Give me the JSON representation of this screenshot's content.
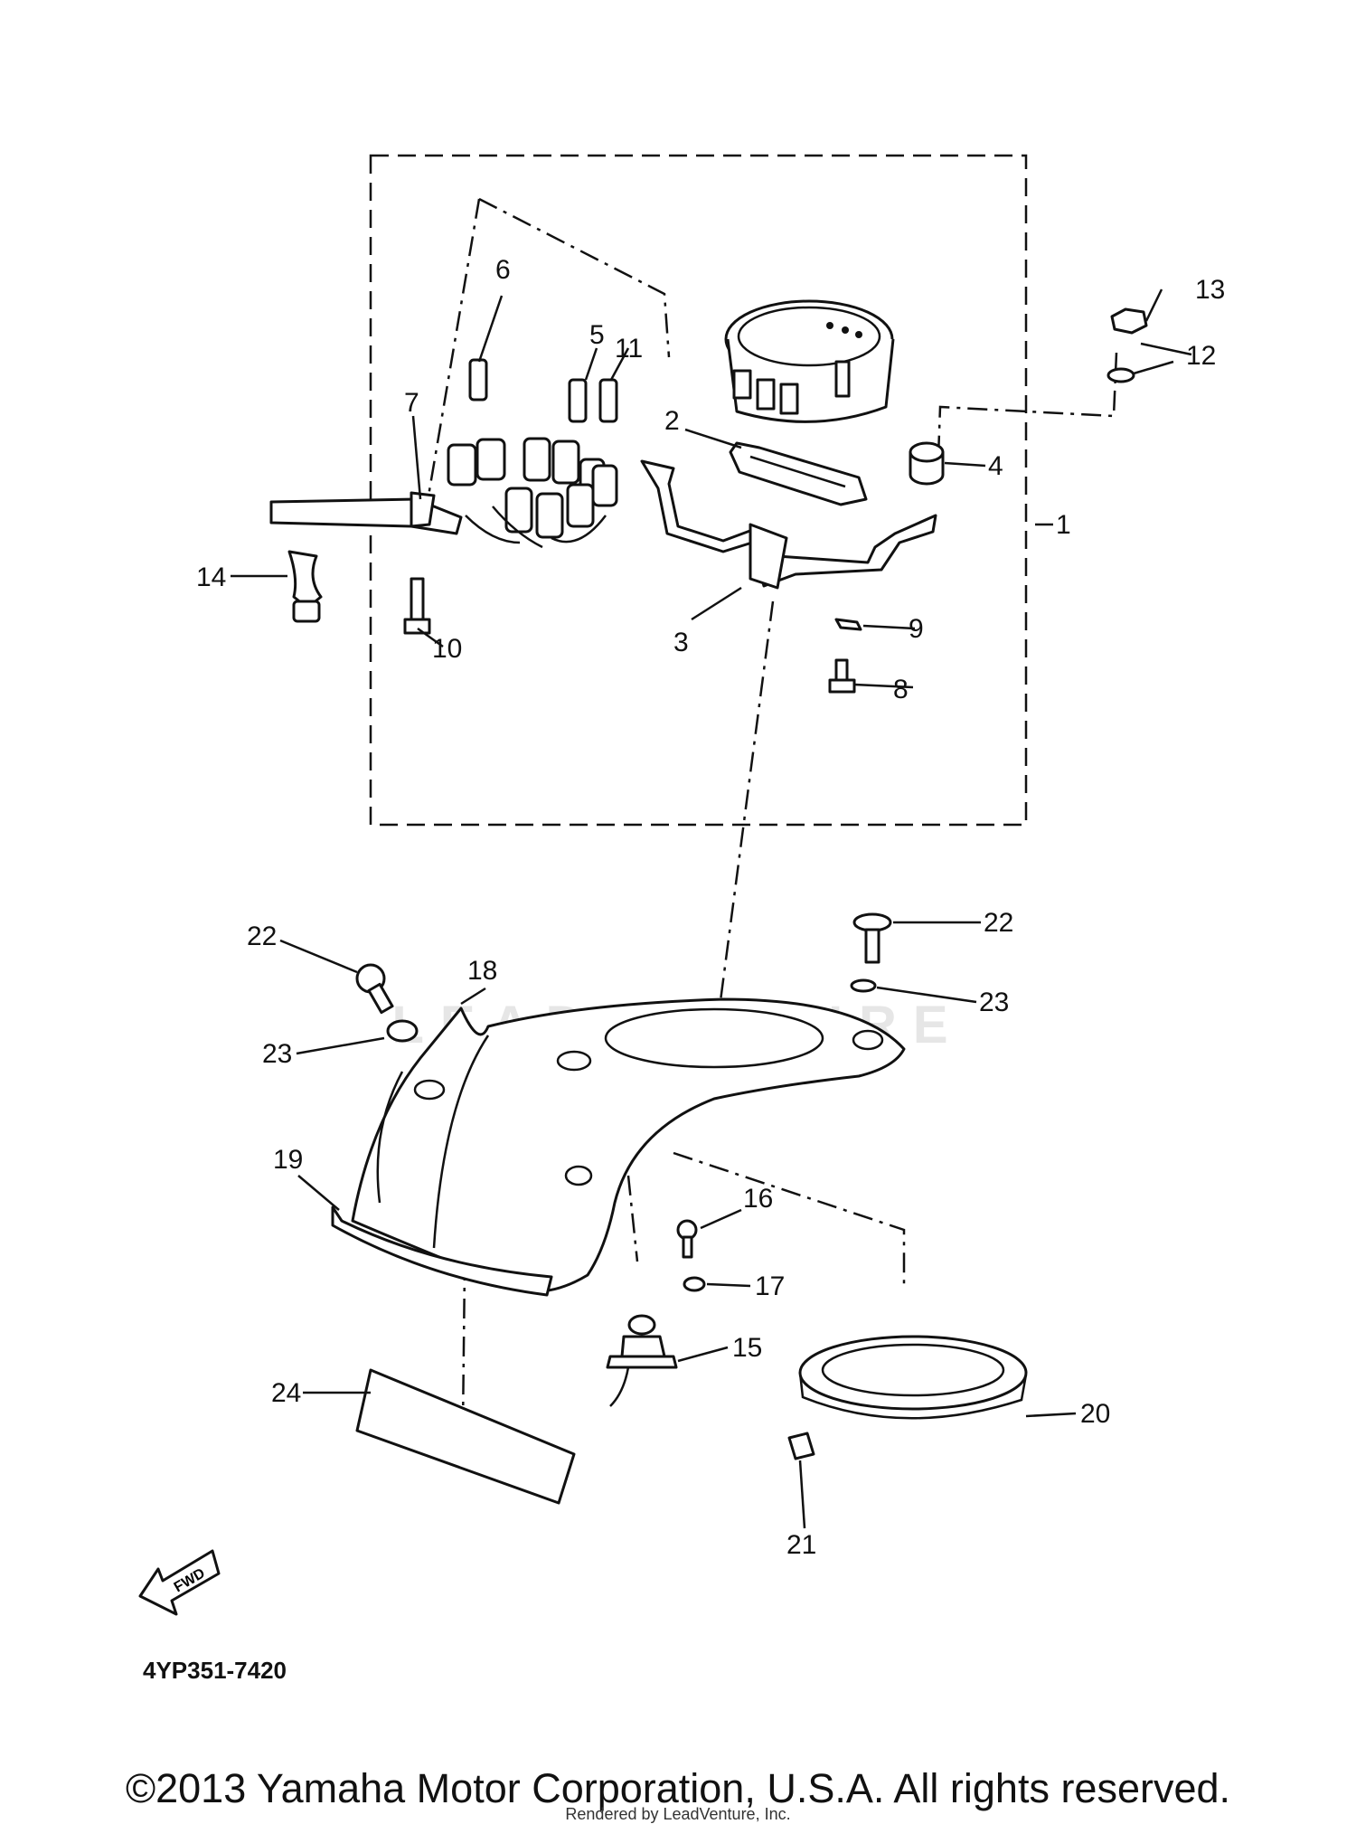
{
  "diagram": {
    "part_labels": [
      "1",
      "2",
      "3",
      "4",
      "5",
      "6",
      "7",
      "8",
      "9",
      "10",
      "11",
      "12",
      "13",
      "14",
      "15",
      "16",
      "17",
      "18",
      "19",
      "20",
      "21",
      "22",
      "22",
      "23",
      "23",
      "24"
    ],
    "fwd_label": "FWD",
    "catalog_number": "4YP351-7420",
    "watermark": "LEADVENTURE"
  },
  "footer": {
    "copyright": "©2013 Yamaha Motor Corporation, U.S.A. All rights reserved.",
    "rendered_by": "Rendered by LeadVenture, Inc."
  }
}
